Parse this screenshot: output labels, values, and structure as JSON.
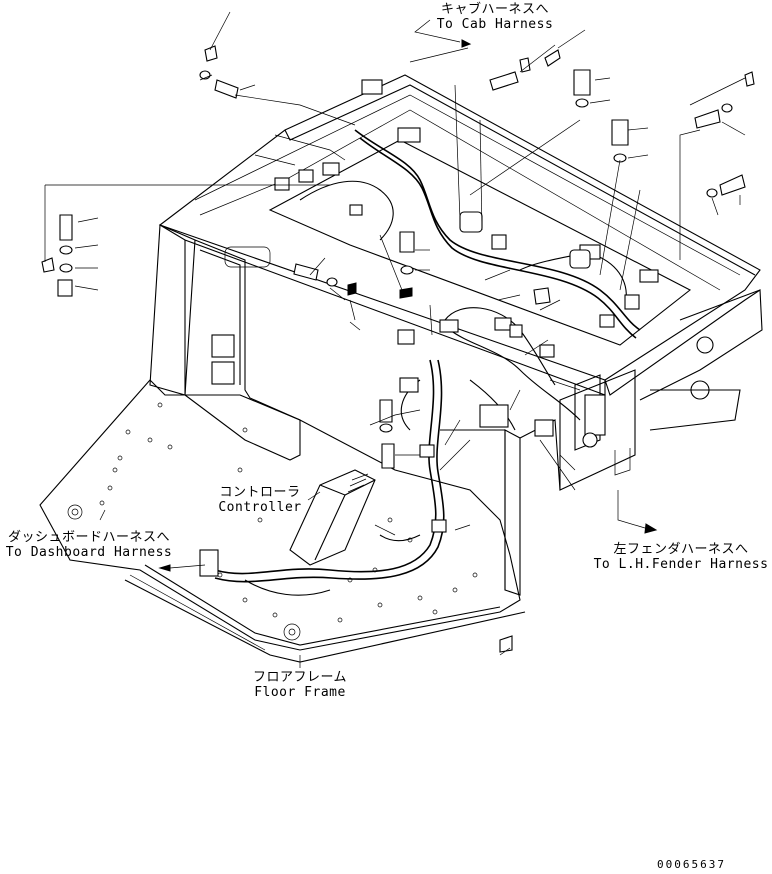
{
  "callouts": {
    "cab_harness": {
      "jp": "キャブハーネスへ",
      "en": "To Cab Harness"
    },
    "controller": {
      "jp": "コントローラ",
      "en": "Controller"
    },
    "dashboard_harness": {
      "jp": "ダッシュボードハーネスへ",
      "en": "To Dashboard Harness"
    },
    "lh_fender_harness": {
      "jp": "左フェンダハーネスへ",
      "en": "To L.H.Fender Harness"
    },
    "floor_frame": {
      "jp": "フロアフレーム",
      "en": "Floor Frame"
    }
  },
  "drawing_number": "00065637"
}
